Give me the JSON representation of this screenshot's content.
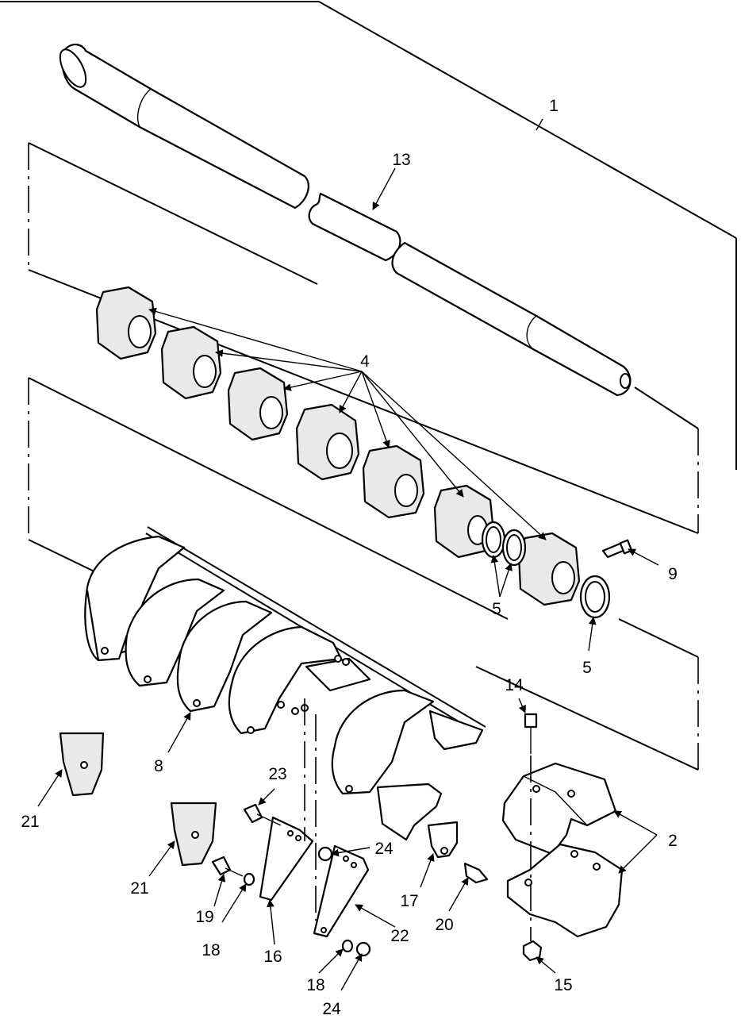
{
  "callouts": {
    "c1": "1",
    "c2": "2",
    "c4": "4",
    "c5a": "5",
    "c5b": "5",
    "c8": "8",
    "c9": "9",
    "c13": "13",
    "c14": "14",
    "c15": "15",
    "c16": "16",
    "c17": "17",
    "c18a": "18",
    "c18b": "18",
    "c19": "19",
    "c20": "20",
    "c21a": "21",
    "c21b": "21",
    "c22": "22",
    "c23": "23",
    "c24a": "24",
    "c24b": "24"
  }
}
